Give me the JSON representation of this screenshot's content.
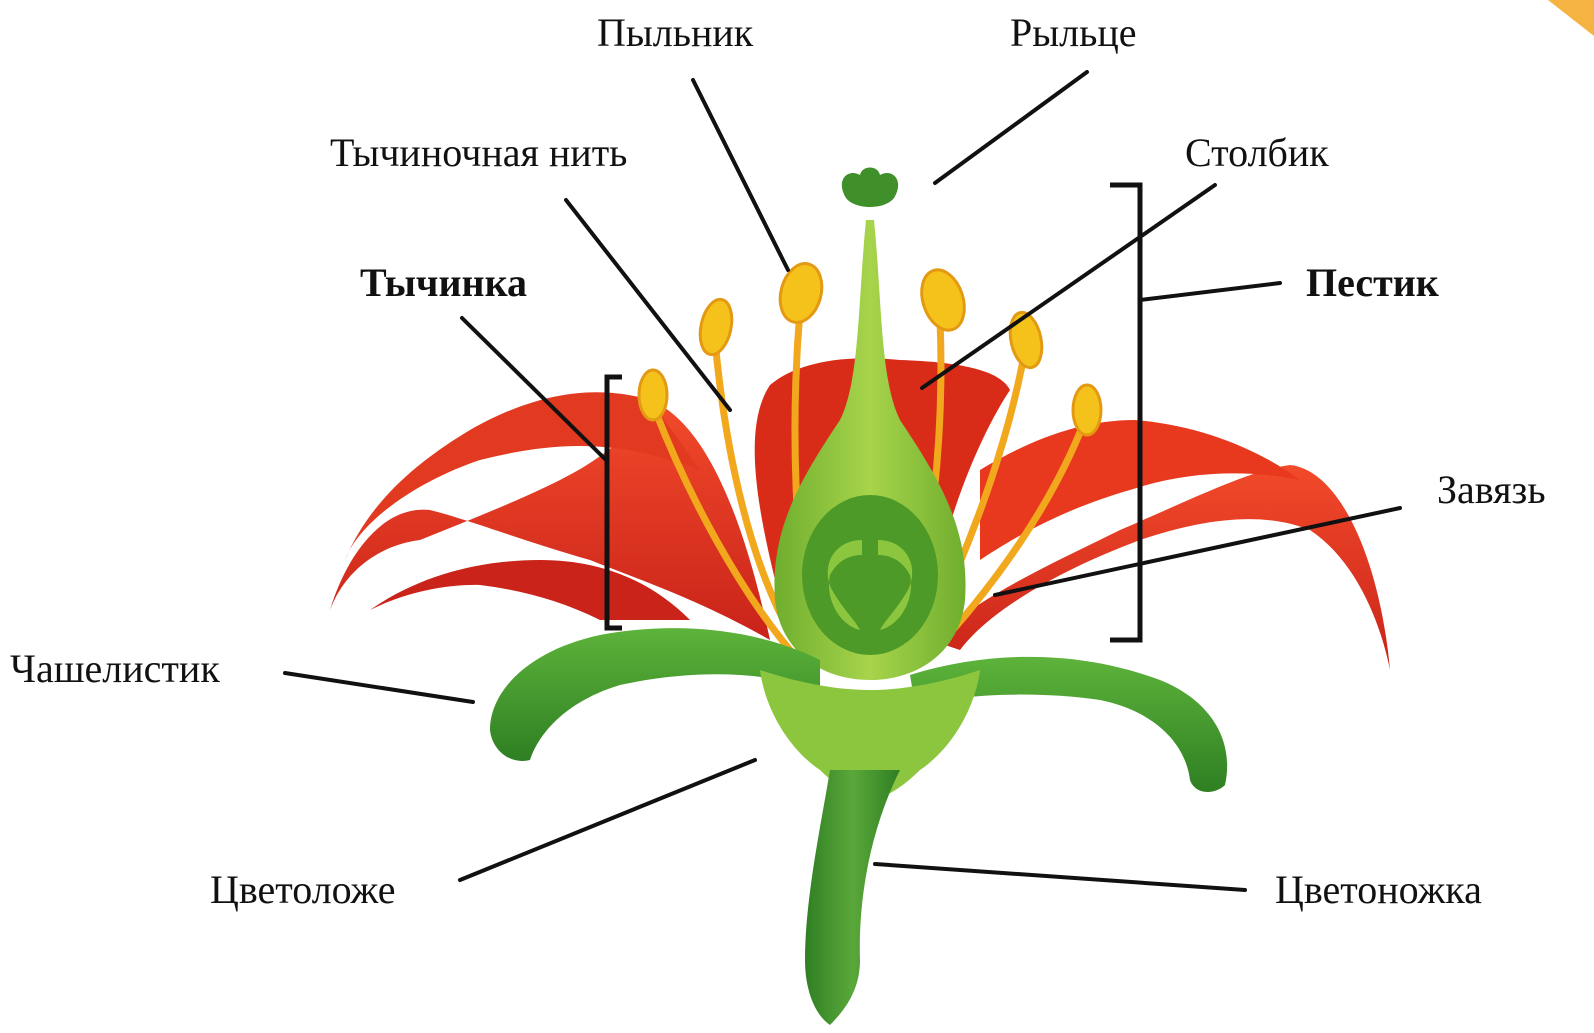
{
  "labels": {
    "anther": "Пыльник",
    "stigma": "Рыльце",
    "filament": "Тычиночная нить",
    "style": "Столбик",
    "stamen": "Тычинка",
    "pistil": "Пестик",
    "ovary": "Завязь",
    "sepal": "Чашелистик",
    "receptacle": "Цветоложе",
    "pedicel": "Цветоножка"
  },
  "colors": {
    "petal": "#e8391f",
    "petal_dark": "#b81c10",
    "sepal": "#3f9a2a",
    "pistil": "#8cc63f",
    "ovary_inner": "#4d9a28",
    "anther": "#f5c21b",
    "filament": "#f2a81c"
  }
}
